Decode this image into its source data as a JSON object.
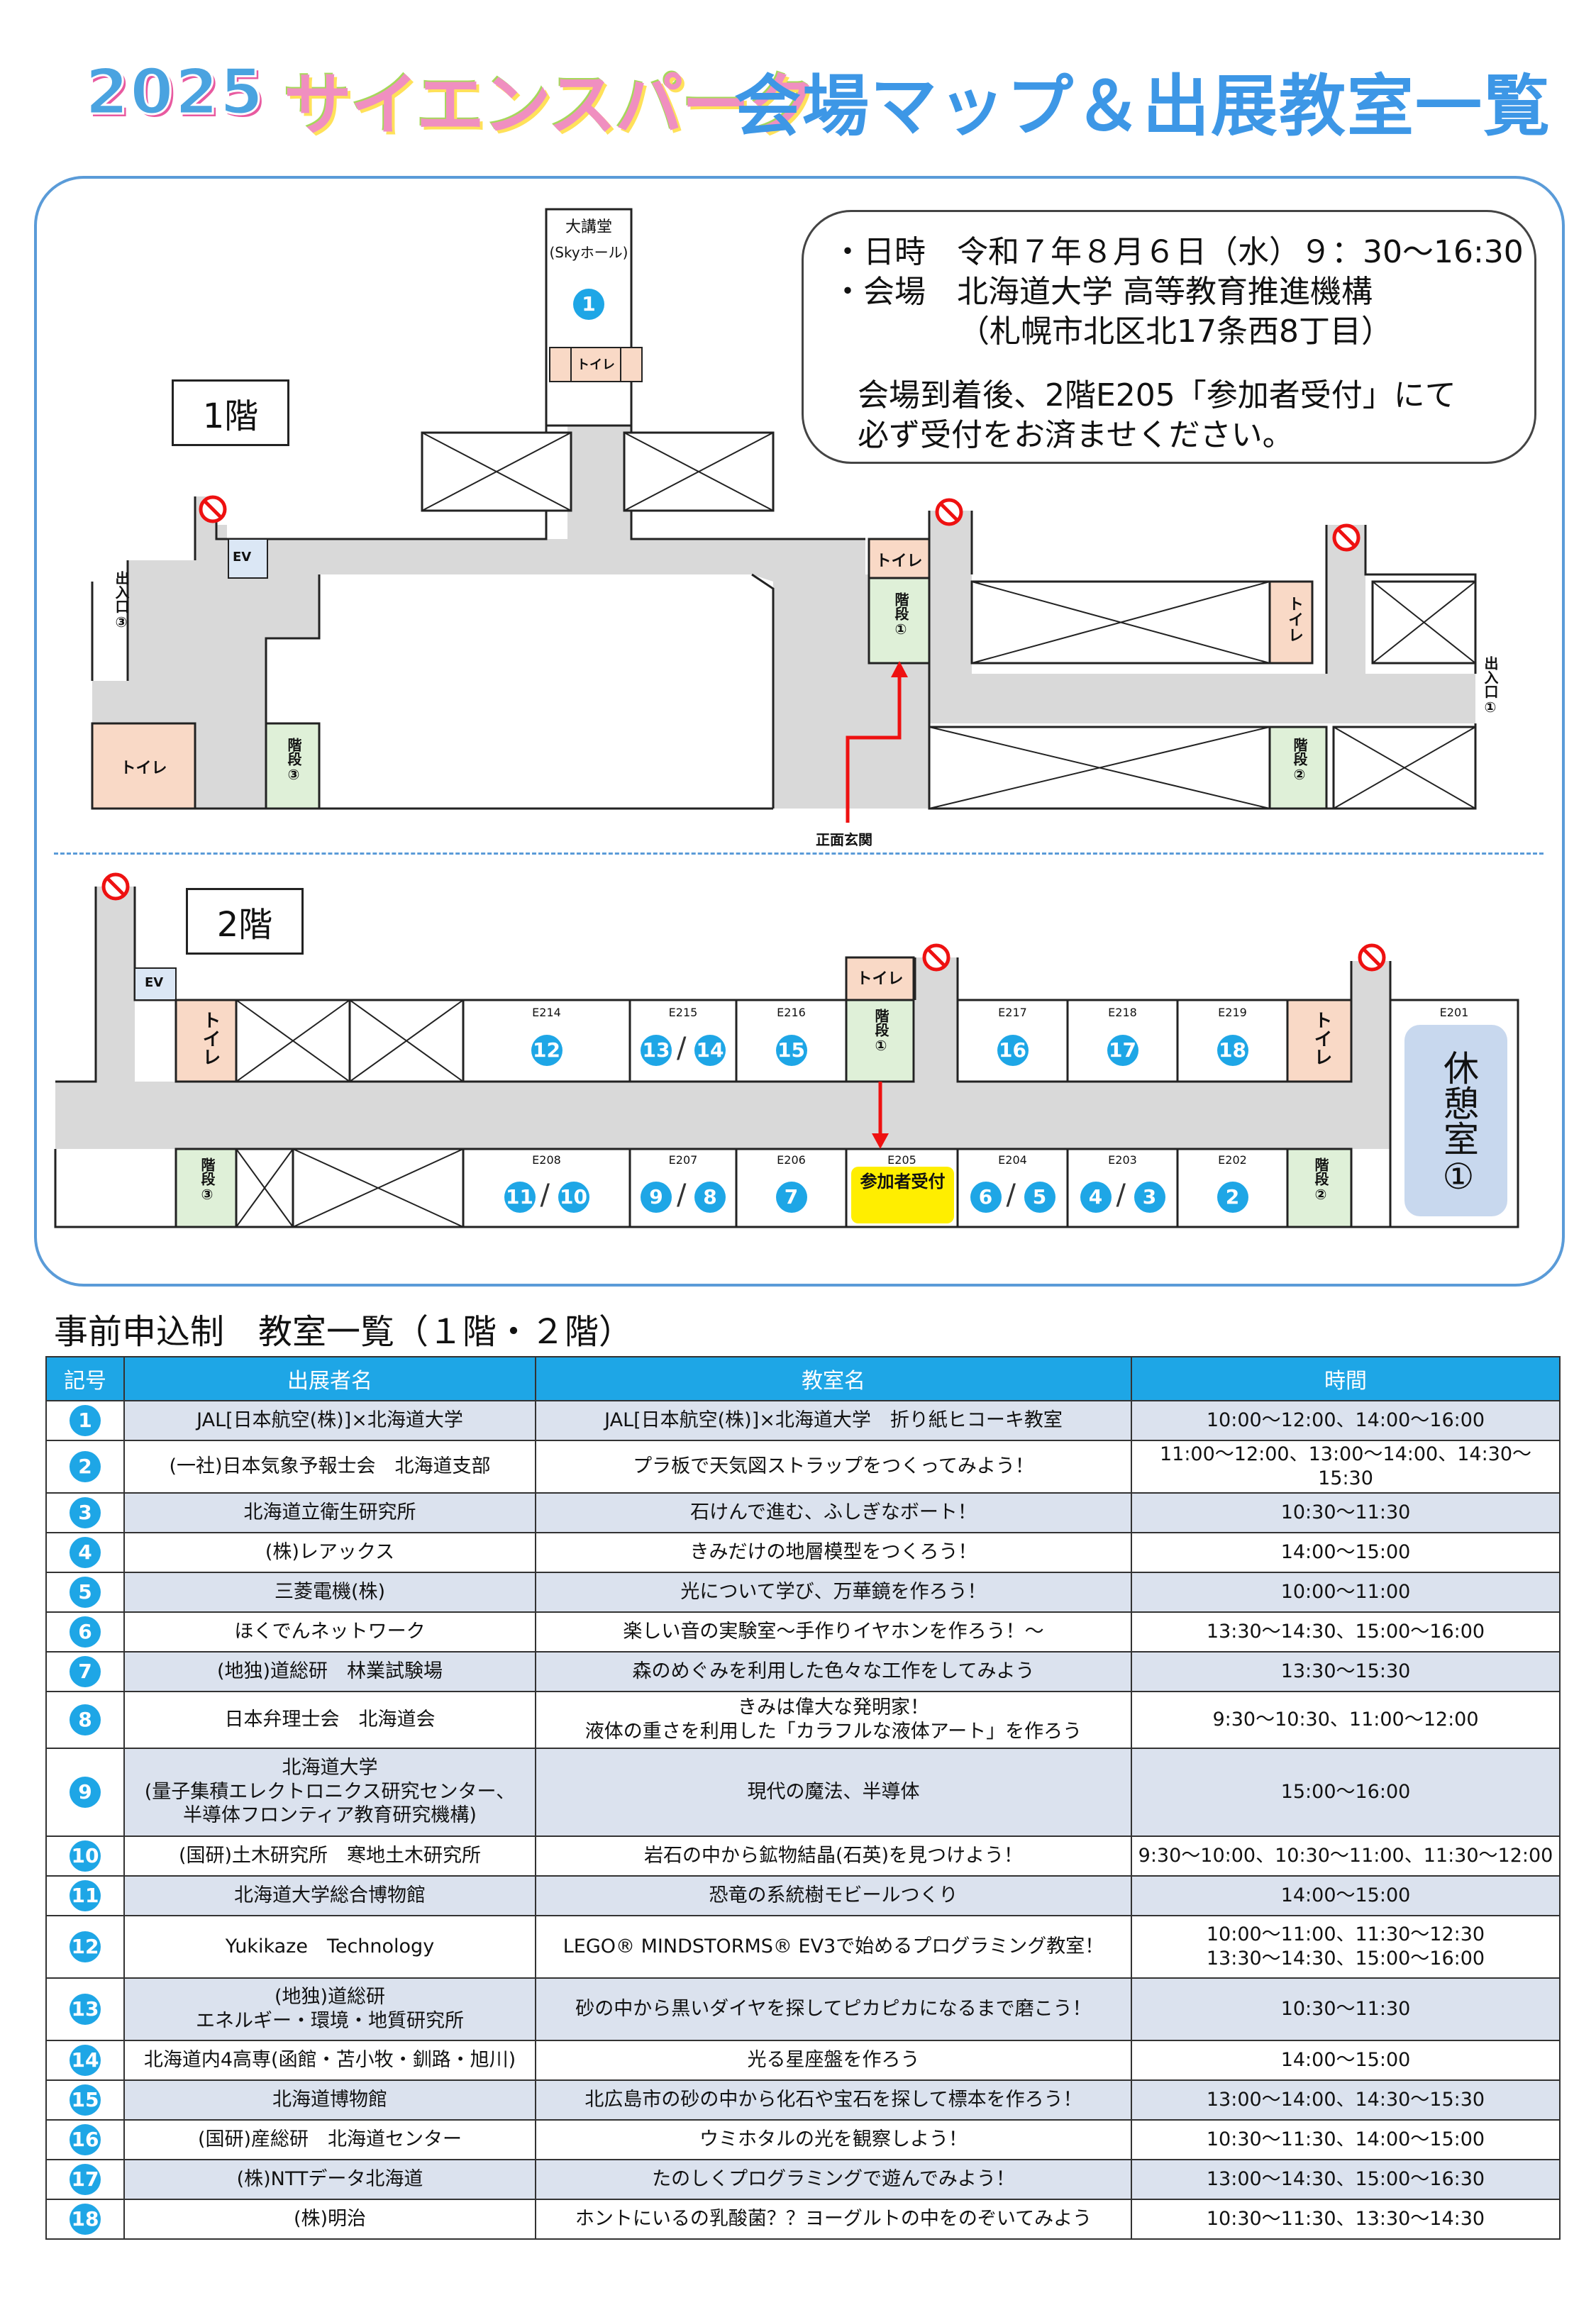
{
  "title": {
    "year": "2025",
    "event": "サイエンスパーク",
    "main": "会場マップ＆出展教室一覧"
  },
  "info": {
    "date_line": "・日時　令和７年８月６日（水）９：30～16:30",
    "venue_line": "・会場　北海道大学 高等教育推進機構",
    "address_line": "（札幌市北区北17条西8丁目）",
    "notice_line1": "会場到着後、2階E205「参加者受付」にて",
    "notice_line2": "必ず受付をお済ませください。"
  },
  "map": {
    "floor1_label": "1階",
    "floor2_label": "2階",
    "hall_name": "大講堂",
    "hall_sub": "(Skyホール)",
    "hall_number": "1",
    "toilet": "トイレ",
    "stairs": "階段",
    "stairs1": "階段①",
    "stairs2": "階段②",
    "stairs3": "階段③",
    "ev": "EV",
    "exit1": "出入口①",
    "exit3": "出入口③",
    "main_entrance": "正面玄関",
    "reception": "参加者受付",
    "rest_room": "休憩室①",
    "rooms_top": [
      {
        "code": "E214",
        "nums": [
          "12"
        ]
      },
      {
        "code": "E215",
        "nums": [
          "13",
          "14"
        ]
      },
      {
        "code": "E216",
        "nums": [
          "15"
        ]
      },
      {
        "code": "E217",
        "nums": [
          "16"
        ]
      },
      {
        "code": "E218",
        "nums": [
          "17"
        ]
      },
      {
        "code": "E219",
        "nums": [
          "18"
        ]
      },
      {
        "code": "E201",
        "nums": []
      }
    ],
    "rooms_bottom": [
      {
        "code": "E208",
        "nums": [
          "11",
          "10"
        ]
      },
      {
        "code": "E207",
        "nums": [
          "9",
          "8"
        ]
      },
      {
        "code": "E206",
        "nums": [
          "7"
        ]
      },
      {
        "code": "E205",
        "nums": []
      },
      {
        "code": "E204",
        "nums": [
          "6",
          "5"
        ]
      },
      {
        "code": "E203",
        "nums": [
          "4",
          "3"
        ]
      },
      {
        "code": "E202",
        "nums": [
          "2"
        ]
      }
    ]
  },
  "table": {
    "title": "事前申込制　教室一覧（１階・２階）",
    "headers": [
      "記号",
      "出展者名",
      "教室名",
      "時間"
    ],
    "rows": [
      {
        "num": "1",
        "exhibitor": "JAL[日本航空(株)]×北海道大学",
        "classroom": "JAL[日本航空(株)]×北海道大学　折り紙ヒコーキ教室",
        "time": "10:00～12:00、14:00～16:00"
      },
      {
        "num": "2",
        "exhibitor": "(一社)日本気象予報士会　北海道支部",
        "classroom": "プラ板で天気図ストラップをつくってみよう！",
        "time": "11:00～12:00、13:00～14:00、14:30～15:30"
      },
      {
        "num": "3",
        "exhibitor": "北海道立衛生研究所",
        "classroom": "石けんで進む、ふしぎなボート！",
        "time": "10:30～11:30"
      },
      {
        "num": "4",
        "exhibitor": "(株)レアックス",
        "classroom": "きみだけの地層模型をつくろう！",
        "time": "14:00～15:00"
      },
      {
        "num": "5",
        "exhibitor": "三菱電機(株)",
        "classroom": "光について学び、万華鏡を作ろう！",
        "time": "10:00～11:00"
      },
      {
        "num": "6",
        "exhibitor": "ほくでんネットワーク",
        "classroom": "楽しい音の実験室～手作りイヤホンを作ろう！～",
        "time": "13:30～14:30、15:00～16:00"
      },
      {
        "num": "7",
        "exhibitor": "(地独)道総研　林業試験場",
        "classroom": "森のめぐみを利用した色々な工作をしてみよう",
        "time": "13:30～15:30"
      },
      {
        "num": "8",
        "exhibitor": "日本弁理士会　北海道会",
        "classroom": "きみは偉大な発明家！\n液体の重さを利用した「カラフルな液体アート」を作ろう",
        "time": "9:30～10:30、11:00～12:00"
      },
      {
        "num": "9",
        "exhibitor": "北海道大学\n(量子集積エレクトロニクス研究センター、\n半導体フロンティア教育研究機構)",
        "classroom": "現代の魔法、半導体",
        "time": "15:00～16:00"
      },
      {
        "num": "10",
        "exhibitor": "(国研)土木研究所　寒地土木研究所",
        "classroom": "岩石の中から鉱物結晶(石英)を見つけよう！",
        "time": "9:30～10:00、10:30～11:00、11:30～12:00"
      },
      {
        "num": "11",
        "exhibitor": "北海道大学総合博物館",
        "classroom": "恐竜の系統樹モビールつくり",
        "time": "14:00～15:00"
      },
      {
        "num": "12",
        "exhibitor": "Yukikaze　Technology",
        "classroom": "LEGO® MINDSTORMS® EV3で始めるプログラミング教室！",
        "time": "10:00～11:00、11:30～12:30\n13:30～14:30、15:00～16:00"
      },
      {
        "num": "13",
        "exhibitor": "(地独)道総研\nエネルギー・環境・地質研究所",
        "classroom": "砂の中から黒いダイヤを探してピカピカになるまで磨こう！",
        "time": "10:30～11:30"
      },
      {
        "num": "14",
        "exhibitor": "北海道内4高専(函館・苫小牧・釧路・旭川)",
        "classroom": "光る星座盤を作ろう",
        "time": "14:00～15:00"
      },
      {
        "num": "15",
        "exhibitor": "北海道博物館",
        "classroom": "北広島市の砂の中から化石や宝石を探して標本を作ろう！",
        "time": "13:00～14:00、14:30～15:30"
      },
      {
        "num": "16",
        "exhibitor": "(国研)産総研　北海道センター",
        "classroom": "ウミホタルの光を観察しよう！",
        "time": "10:30～11:30、14:00～15:00"
      },
      {
        "num": "17",
        "exhibitor": "(株)NTTデータ北海道",
        "classroom": "たのしくプログラミングで遊んでみよう！",
        "time": "13:00～14:30、15:00～16:30"
      },
      {
        "num": "18",
        "exhibitor": "(株)明治",
        "classroom": "ホントにいるの乳酸菌？？ヨーグルトの中をのぞいてみよう",
        "time": "10:30～11:30、13:30～14:30"
      }
    ]
  }
}
